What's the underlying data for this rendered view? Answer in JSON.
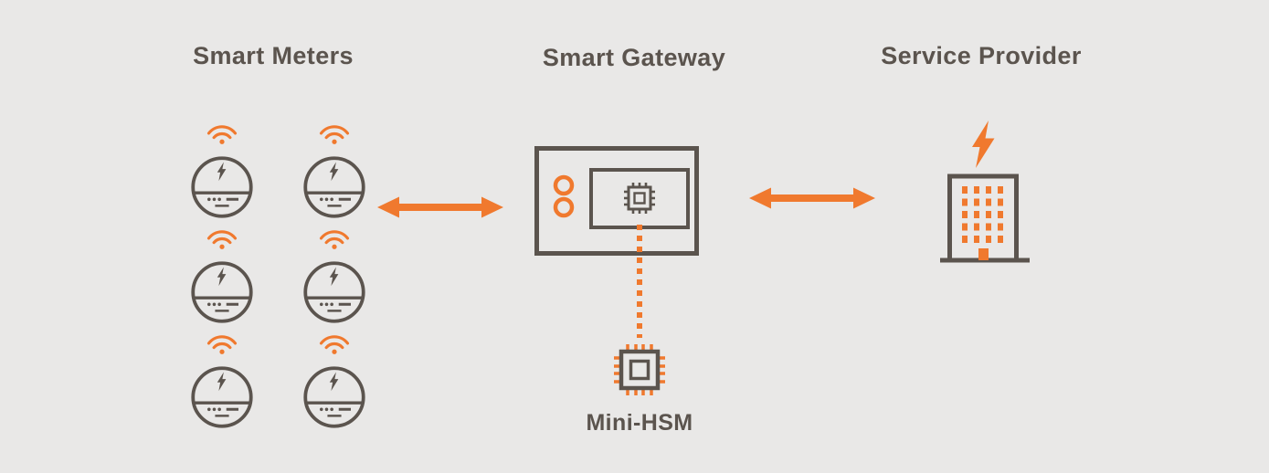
{
  "colors": {
    "background": "#e9e8e7",
    "orange": "#f0792e",
    "dark": "#5b544e"
  },
  "titles": {
    "smart_meters": "Smart Meters",
    "smart_gateway": "Smart Gateway",
    "service_provider": "Service Provider"
  },
  "labels": {
    "mini_hsm": "Mini-HSM"
  },
  "meters": {
    "count": 6,
    "columns": 2,
    "rows": 3
  },
  "icons": {
    "wifi": "wifi-icon",
    "smart_meter": "smart-meter-icon",
    "gateway_board": "gateway-board-icon",
    "chip": "chip-icon",
    "mini_hsm_chip": "mini-hsm-chip-icon",
    "lightning_bolt": "lightning-bolt-icon",
    "building": "building-icon",
    "double_arrow": "double-arrow-icon",
    "dotted_connector": "dotted-connector-line"
  },
  "connections": [
    {
      "from": "Smart Meters",
      "to": "Smart Gateway",
      "style": "double-headed-arrow"
    },
    {
      "from": "Smart Gateway",
      "to": "Service Provider",
      "style": "double-headed-arrow"
    },
    {
      "from": "Smart Gateway",
      "to": "Mini-HSM",
      "style": "dotted-line"
    }
  ]
}
